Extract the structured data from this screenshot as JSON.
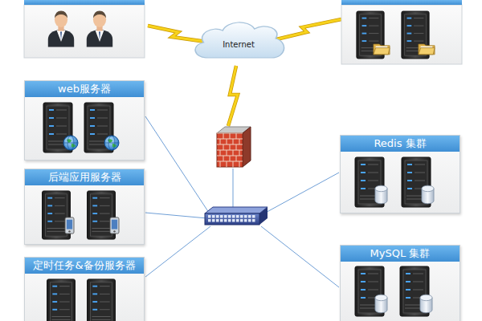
{
  "diagram": {
    "nodes": [
      {
        "text": [
          "Internet"
        ]
      },
      {
        "text": [
          "web服务器"
        ]
      },
      {
        "text": [
          "后端应用服务器"
        ]
      },
      {
        "text": [
          "定时任务&备份服务器"
        ]
      },
      {
        "text": [
          "Redis 集群"
        ]
      },
      {
        "text": [
          "MySQL 集群"
        ]
      }
    ]
  }
}
